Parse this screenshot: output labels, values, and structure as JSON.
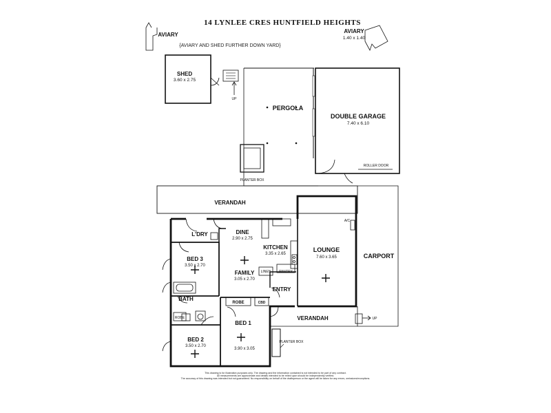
{
  "title": "14 LYNLEE CRES HUNTFIELD HEIGHTS",
  "note_top": "{AVIARY AND SHED FURTHER DOWN YARD}",
  "aviary_left": {
    "label": "AVIARY"
  },
  "aviary_right": {
    "label": "AVIARY",
    "dims": "1.40 x 1.40"
  },
  "shed": {
    "label": "SHED",
    "dims": "3.60 x 2.75"
  },
  "pergola": {
    "label": "PERGOLA"
  },
  "garage": {
    "label": "DOUBLE GARAGE",
    "dims": "7.40 x 6.10"
  },
  "roller_door": "ROLLER DOOR",
  "planter_box_top": "PLANTER BOX",
  "up_top": "UP",
  "verandah_top": "VERANDAH",
  "laundry": {
    "label": "L'DRY"
  },
  "dine": {
    "label": "DINE",
    "dims": "2.90 x 2.75"
  },
  "kitchen": {
    "label": "KITCHEN",
    "dims": "3.35 x 2.65"
  },
  "lounge": {
    "label": "LOUNGE",
    "dims": "7.60 x 3.65"
  },
  "ac": "A/C",
  "carport": {
    "label": "CARPORT"
  },
  "bed3": {
    "label": "BED 3",
    "dims": "3.50 x 2.70"
  },
  "family": {
    "label": "FAMILY",
    "dims": "3.05 x 2.70"
  },
  "linen": "LINEN",
  "pantry": "PANTRY",
  "entry": "ENTRY",
  "bath": "BATH",
  "robe_small": "ROBE",
  "robe": "ROBE",
  "cbd": "CBD",
  "bed1": {
    "label": "BED 1",
    "dims": "3.90 x 3.05"
  },
  "bed2": {
    "label": "BED 2",
    "dims": "3.50 x 2.70"
  },
  "verandah_bottom": "VERANDAH",
  "up_bottom": "UP",
  "planter_box_bottom": "PLANTER BOX",
  "disclaimer": [
    "This drawing is for illustration purposes only. The drawing and the information contained is not intended to be part of any contract.",
    "All measurements are approximate and details intended to be relied upon should be independently verified.",
    "The accuracy of this drawing was intended but not guaranteed. No responsibility on behalf of the draftsperson or the agent will be taken for any errors, omissions/exceptions."
  ],
  "colors": {
    "line": "#111111",
    "background": "#ffffff"
  }
}
